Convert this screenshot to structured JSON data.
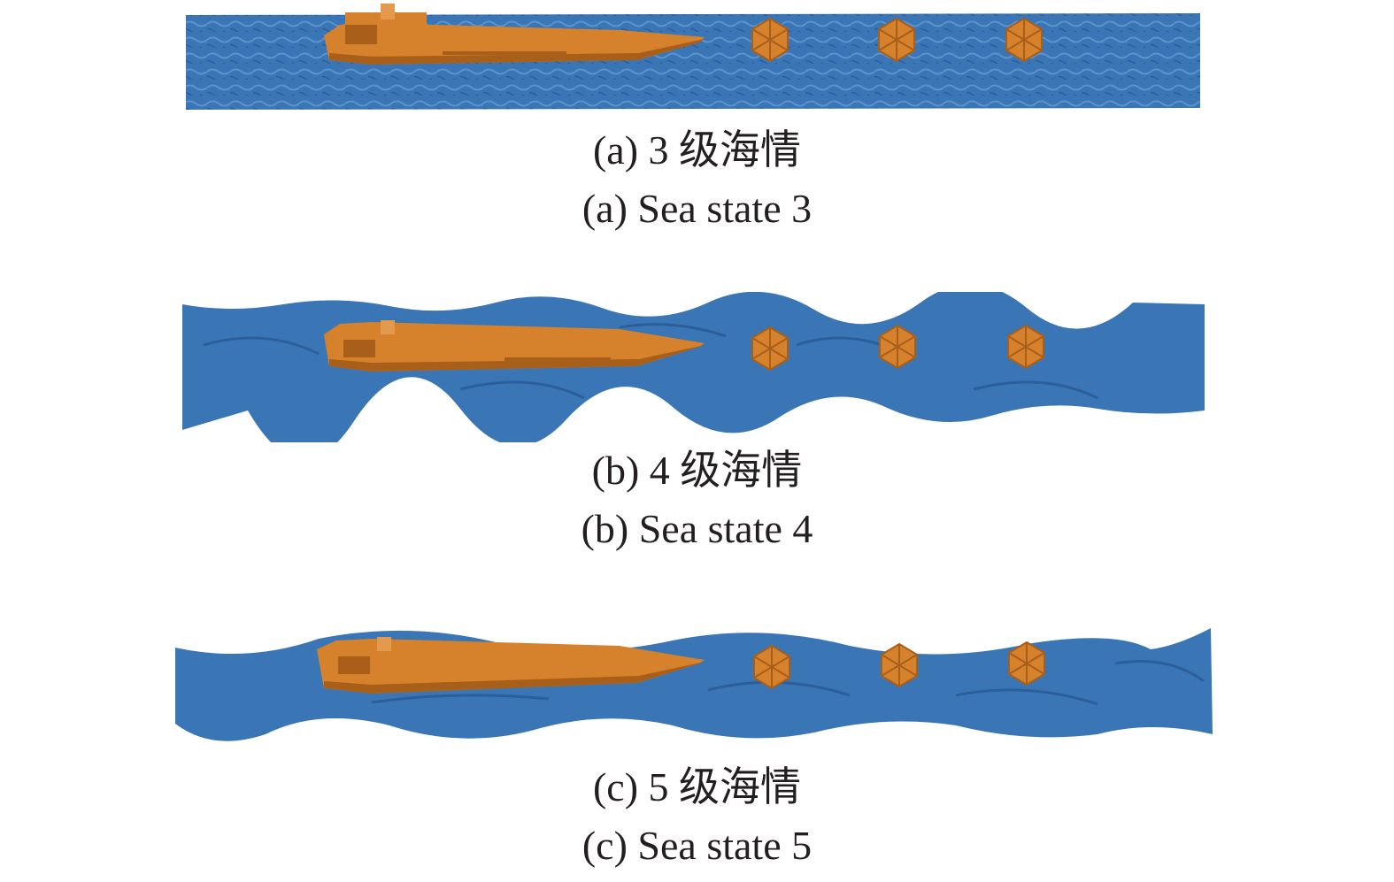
{
  "colors": {
    "sea": "#3a76b6",
    "sea_light": "#5b93cb",
    "sea_dark": "#2c5f99",
    "ship": "#d6812b",
    "ship_dark": "#a85f19",
    "ship_light": "#e49a4c",
    "text": "#231f20"
  },
  "icons": [
    "ship-icon",
    "mine-icon",
    "wave-icon"
  ],
  "panels": [
    {
      "id": "a",
      "caption_zh": "(a) 3 级海情",
      "caption_en": "(a) Sea state 3",
      "sea_state": 3
    },
    {
      "id": "b",
      "caption_zh": "(b) 4 级海情",
      "caption_en": "(b) Sea state 4",
      "sea_state": 4
    },
    {
      "id": "c",
      "caption_zh": "(c) 5 级海情",
      "caption_en": "(c) Sea state 5",
      "sea_state": 5
    }
  ]
}
